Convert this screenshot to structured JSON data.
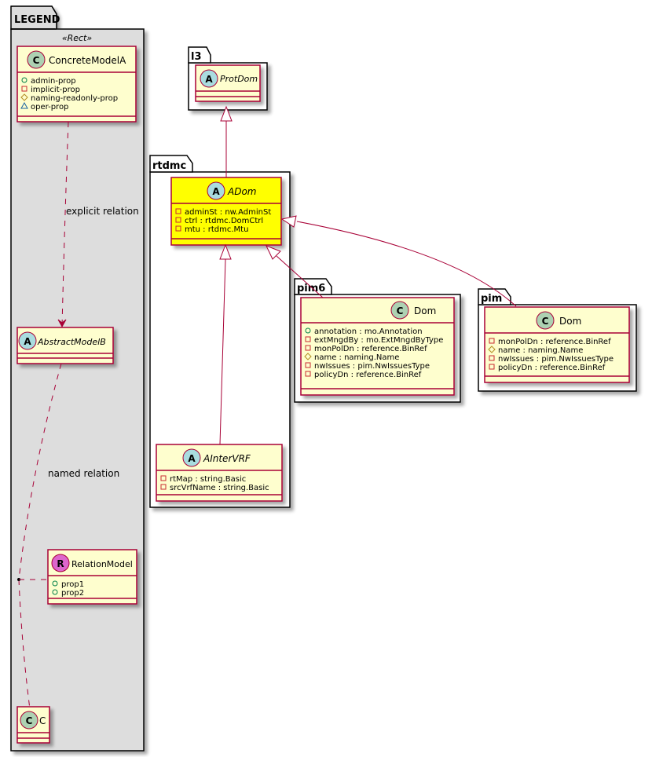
{
  "legend": {
    "package_label": "LEGEND",
    "stereotype": "«Rect»",
    "concrete": {
      "name": "ConcreteModelA",
      "badge": "C",
      "attributes": [
        {
          "vis": "public",
          "text": "admin-prop"
        },
        {
          "vis": "private",
          "text": "implicit-prop"
        },
        {
          "vis": "protected",
          "text": "naming-readonly-prop"
        },
        {
          "vis": "package",
          "text": "oper-prop"
        }
      ]
    },
    "explicit_relation_label": "explicit relation",
    "abstract": {
      "name": "AbstractModelB",
      "badge": "A",
      "attributes": []
    },
    "named_relation_label": "named relation",
    "relation_model": {
      "name": "RelationModel",
      "badge": "R",
      "attributes": [
        {
          "vis": "public",
          "text": "prop1"
        },
        {
          "vis": "public",
          "text": "prop2"
        }
      ]
    },
    "c_class": {
      "name": "C",
      "badge": "C",
      "attributes": []
    }
  },
  "packages": {
    "l3": {
      "label": "l3",
      "protdom": {
        "name": "ProtDom",
        "badge": "A",
        "attributes": []
      }
    },
    "rtdmc": {
      "label": "rtdmc",
      "adom": {
        "name": "ADom",
        "badge": "A",
        "attributes": [
          {
            "vis": "private",
            "text": "adminSt : nw.AdminSt"
          },
          {
            "vis": "private",
            "text": "ctrl : rtdmc.DomCtrl"
          },
          {
            "vis": "private",
            "text": "mtu : rtdmc.Mtu"
          }
        ]
      },
      "ainterverf": {
        "name": "AInterVRF",
        "badge": "A",
        "attributes": [
          {
            "vis": "private",
            "text": "rtMap : string.Basic"
          },
          {
            "vis": "private",
            "text": "srcVrfName : string.Basic"
          }
        ]
      }
    },
    "pim6": {
      "label": "pim6",
      "dom": {
        "name": "Dom",
        "badge": "C",
        "attributes": [
          {
            "vis": "public",
            "text": "annotation : mo.Annotation"
          },
          {
            "vis": "private",
            "text": "extMngdBy : mo.ExtMngdByType"
          },
          {
            "vis": "private",
            "text": "monPolDn : reference.BinRef"
          },
          {
            "vis": "protected",
            "text": "name : naming.Name"
          },
          {
            "vis": "private",
            "text": "nwIssues : pim.NwIssuesType"
          },
          {
            "vis": "private",
            "text": "policyDn : reference.BinRef"
          }
        ]
      }
    },
    "pim": {
      "label": "pim",
      "dom": {
        "name": "Dom",
        "badge": "C",
        "attributes": [
          {
            "vis": "private",
            "text": "monPolDn : reference.BinRef"
          },
          {
            "vis": "protected",
            "text": "name : naming.Name"
          },
          {
            "vis": "private",
            "text": "nwIssues : pim.NwIssuesType"
          },
          {
            "vis": "private",
            "text": "policyDn : reference.BinRef"
          }
        ]
      }
    }
  },
  "colors": {
    "class_fill": "#FEFECE",
    "class_border": "#A80036",
    "highlight_fill": "#FFFF00",
    "legend_bg": "#DDDDDD",
    "badge_class": "#ADD1B2",
    "badge_abstract": "#A9DCDF",
    "badge_relation": "#DD66CC",
    "vis_public": "#038048",
    "vis_private": "#C82930",
    "vis_protected": "#B38D22",
    "vis_package": "#1963A0"
  }
}
